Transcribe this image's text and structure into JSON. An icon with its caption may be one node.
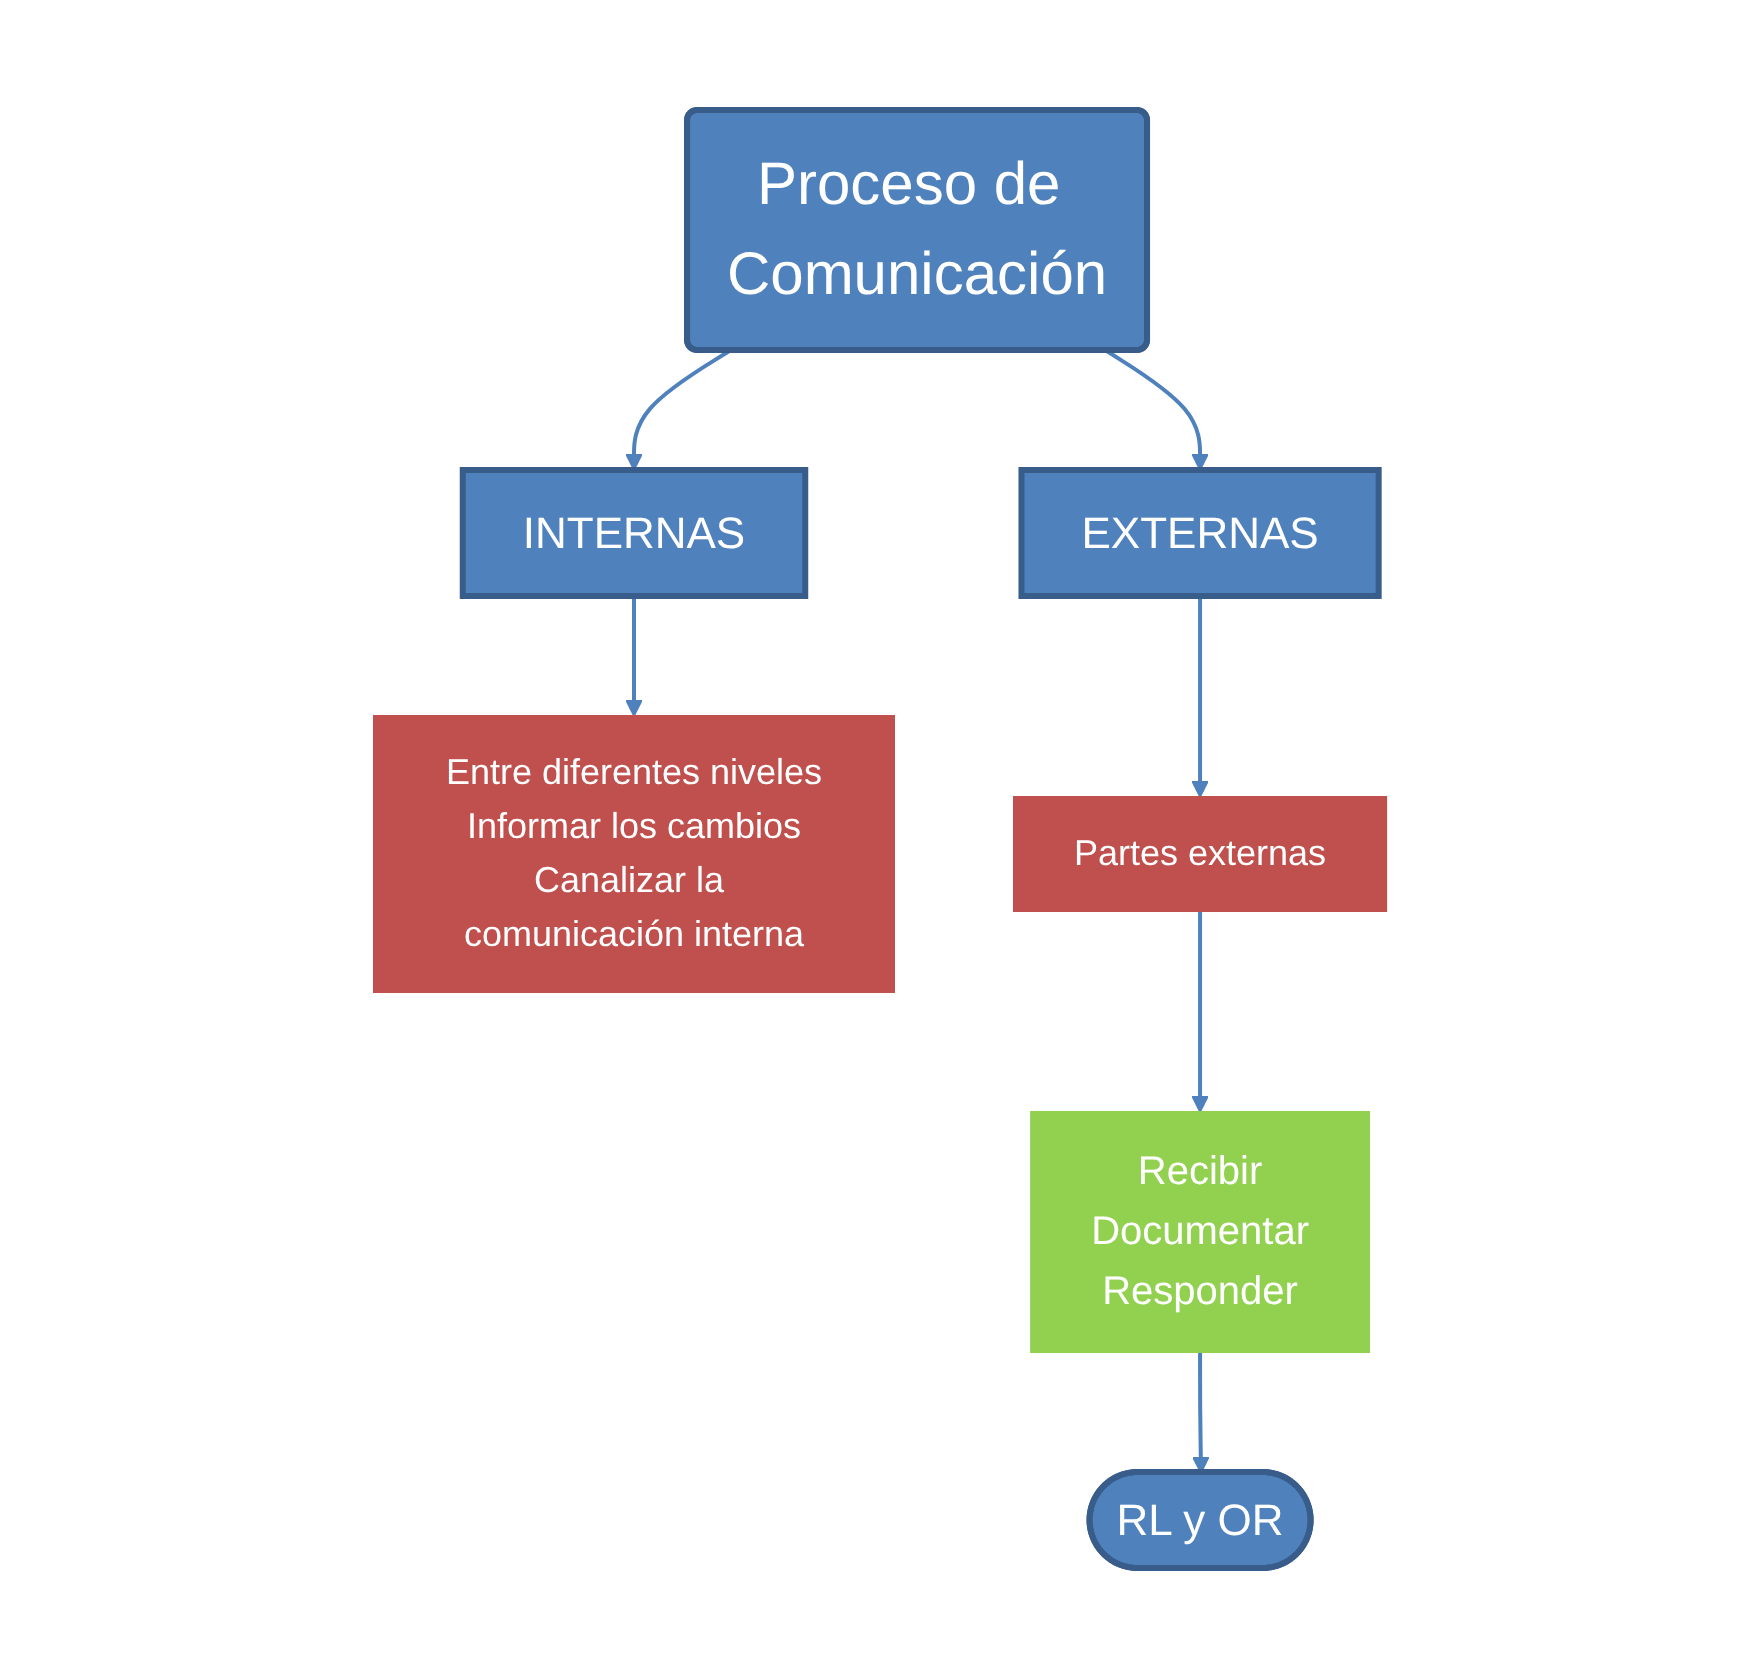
{
  "diagram": {
    "nodes": [
      {
        "text": [
          "Proceso de Comunicación"
        ]
      },
      {
        "text": [
          "INTERNAS"
        ]
      },
      {
        "text": [
          "EXTERNAS"
        ]
      },
      {
        "text": [
          "Entre diferentes niveles",
          "Informar los cambios",
          "Canalizar la comunicación interna"
        ]
      },
      {
        "text": [
          "Partes externas"
        ]
      },
      {
        "text": [
          "Recibir",
          "Documentar",
          "Responder"
        ]
      },
      {
        "text": [
          "RL y OR"
        ]
      }
    ],
    "edges": [
      {
        "from": 0,
        "to": 1,
        "arrow": "to"
      },
      {
        "from": 0,
        "to": 2,
        "arrow": "to"
      },
      {
        "from": 1,
        "to": 3,
        "arrow": "to"
      },
      {
        "from": 2,
        "to": 4,
        "arrow": "to"
      },
      {
        "from": 4,
        "to": 5,
        "arrow": "to"
      },
      {
        "from": 5,
        "to": 6,
        "arrow": "to"
      }
    ]
  }
}
